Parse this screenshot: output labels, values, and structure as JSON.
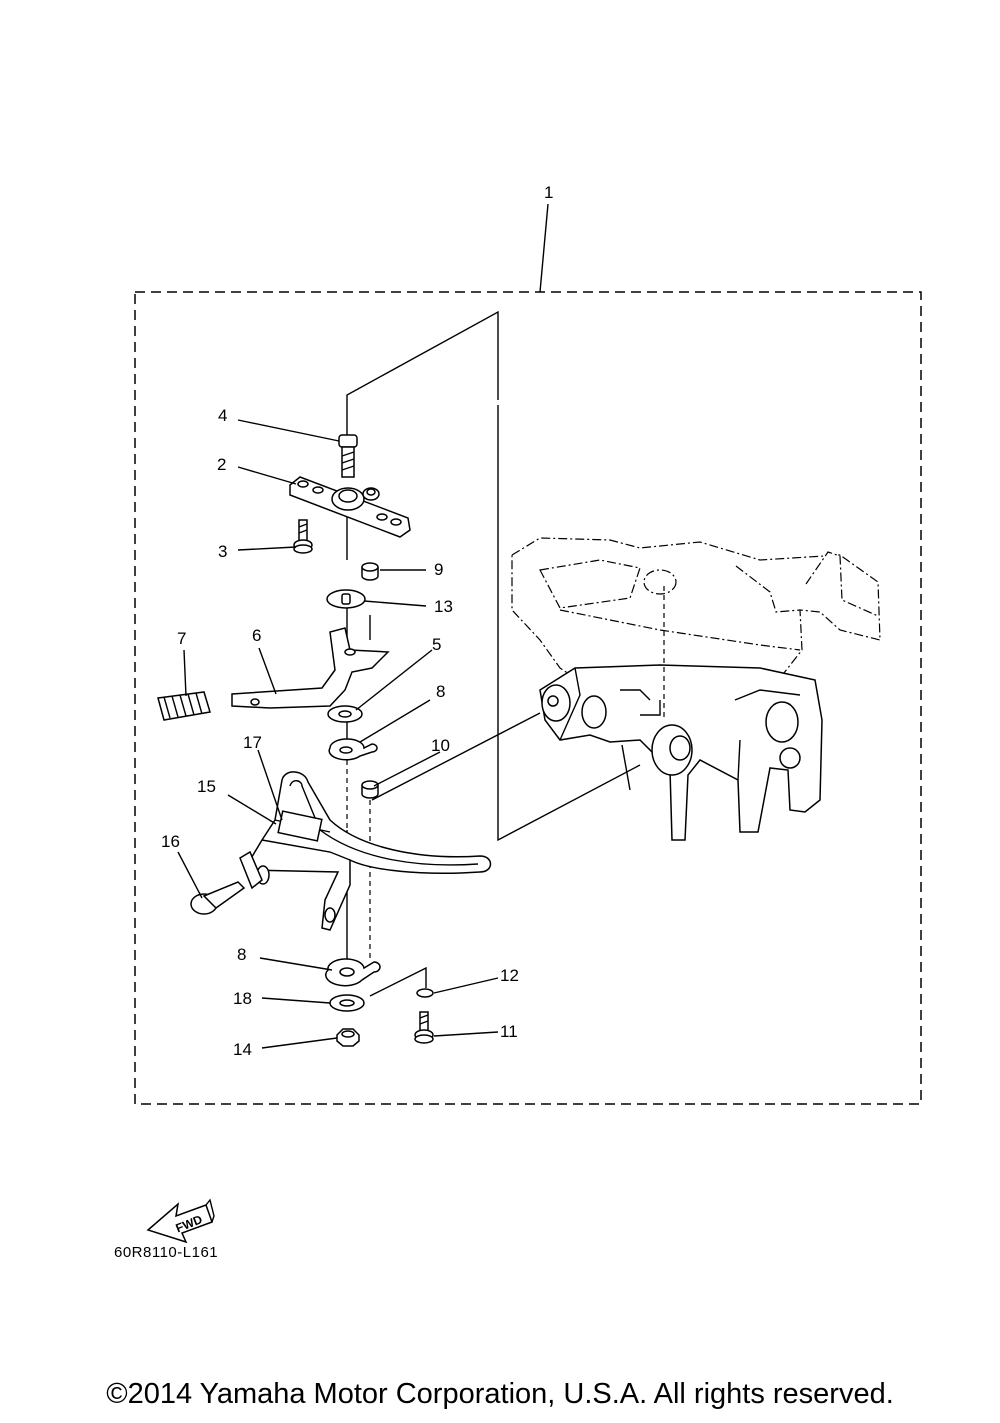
{
  "parts": [
    {
      "id": "1",
      "label": "1"
    },
    {
      "id": "2",
      "label": "2"
    },
    {
      "id": "3",
      "label": "3"
    },
    {
      "id": "4",
      "label": "4"
    },
    {
      "id": "5",
      "label": "5"
    },
    {
      "id": "6",
      "label": "6"
    },
    {
      "id": "7",
      "label": "7"
    },
    {
      "id": "8a",
      "label": "8"
    },
    {
      "id": "8b",
      "label": "8"
    },
    {
      "id": "9",
      "label": "9"
    },
    {
      "id": "10",
      "label": "10"
    },
    {
      "id": "11",
      "label": "11"
    },
    {
      "id": "12",
      "label": "12"
    },
    {
      "id": "13",
      "label": "13"
    },
    {
      "id": "14",
      "label": "14"
    },
    {
      "id": "15",
      "label": "15"
    },
    {
      "id": "16",
      "label": "16"
    },
    {
      "id": "17",
      "label": "17"
    },
    {
      "id": "18",
      "label": "18"
    }
  ],
  "fwd_label": "FWD",
  "diagram_code": "60R8110-L161",
  "copyright": "©2014 Yamaha Motor Corporation, U.S.A. All rights reserved."
}
